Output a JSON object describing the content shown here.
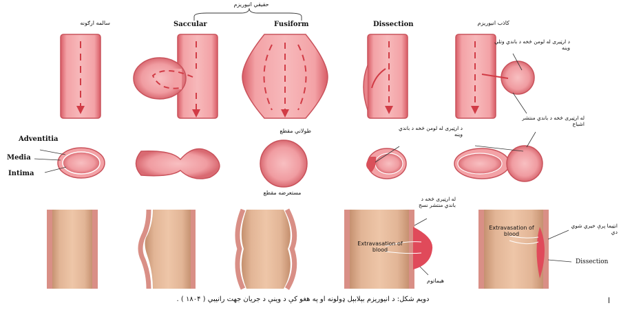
{
  "labels": {
    "normal_artery": "سالمه ارګونه",
    "true_aneurysm": "حقیقي انیوریزم",
    "saccular": "Saccular",
    "fusiform": "Fusiform",
    "dissection_top": "Dissection",
    "false_aneurysm": "کاذب انیوریزم",
    "false_note_top": "د ارټیری له لومن څخه د باندي وتلي وينه",
    "false_note_bottom": "له ارټیری څخه د باندي منتشر اشباع",
    "adventitia": "Adventitia",
    "media": "Media",
    "intima": "Intima",
    "long_section": "طولاني مقطع",
    "cross_section": "مستعرضه مقطع",
    "dissection_note": "د ارټیری له لومن څخه د باندي وينه",
    "extravasation_note": "له ارټیری څخه د باندي منتشر نسج",
    "extravasation_1": "Extravasation of blood",
    "extravasation_2": "Extravasation of blood",
    "hematoma": "هیماتوم",
    "intimal_tear": "انټیما پرې خیري شوي دي",
    "dissection_bottom": "Dissection",
    "caption": "دویم شکل: د انیوریزم بېلابېل ډولونه او په هغو کې د وینې د جریان جهت رانیبي ( ۱۸۰۴ ) .",
    "page_mark": "ا"
  },
  "colors": {
    "wall": "#e8848a",
    "wall_dark": "#c95a62",
    "lumen": "#f4a8ab",
    "arrow": "#d13b45",
    "tan": "#d9a988",
    "tan_dark": "#b98466",
    "blood": "#e04a5a"
  }
}
